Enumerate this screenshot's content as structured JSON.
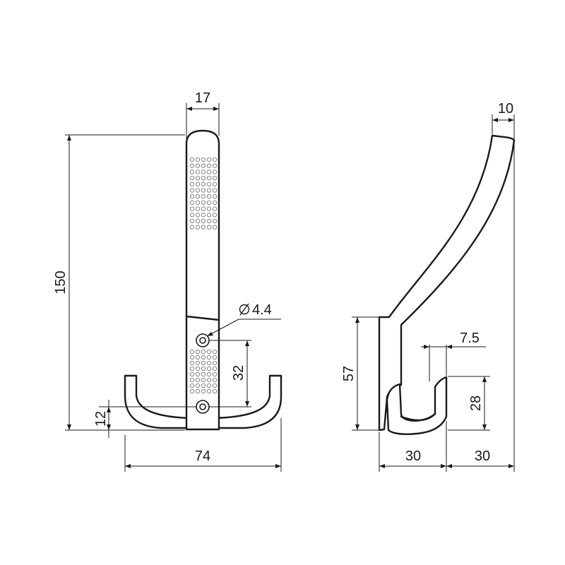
{
  "drawing": {
    "front_view": {
      "width_top": "17",
      "height_total": "150",
      "hole_diameter": "4.4",
      "hole_spacing": "32",
      "bottom_offset": "12",
      "width_hooks": "74"
    },
    "side_view": {
      "tip_thickness": "10",
      "lower_hook_height": "57",
      "hook_gap": "7.5",
      "hook_tip_height": "28",
      "depth_left": "30",
      "depth_right": "30"
    }
  }
}
